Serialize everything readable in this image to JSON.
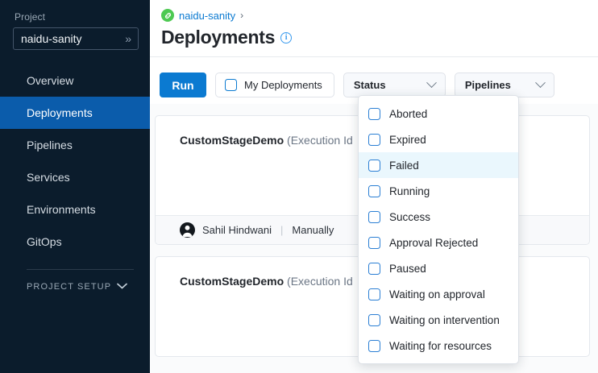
{
  "sidebar": {
    "project_label": "Project",
    "project_value": "naidu-sanity",
    "expand_glyph": "»",
    "items": [
      {
        "label": "Overview",
        "active": false
      },
      {
        "label": "Deployments",
        "active": true
      },
      {
        "label": "Pipelines",
        "active": false
      },
      {
        "label": "Services",
        "active": false
      },
      {
        "label": "Environments",
        "active": false
      },
      {
        "label": "GitOps",
        "active": false
      }
    ],
    "section_label": "PROJECT SETUP"
  },
  "header": {
    "breadcrumb_item": "naidu-sanity",
    "breadcrumb_separator": "›",
    "title": "Deployments",
    "info_glyph": "i"
  },
  "toolbar": {
    "run_label": "Run",
    "my_deployments_label": "My Deployments",
    "my_deployments_checked": false,
    "status_label": "Status",
    "pipelines_label": "Pipelines"
  },
  "status_dropdown": {
    "open": true,
    "highlighted": "Failed",
    "options": [
      {
        "label": "Aborted",
        "checked": false
      },
      {
        "label": "Expired",
        "checked": false
      },
      {
        "label": "Failed",
        "checked": false
      },
      {
        "label": "Running",
        "checked": false
      },
      {
        "label": "Success",
        "checked": false
      },
      {
        "label": "Approval Rejected",
        "checked": false
      },
      {
        "label": "Paused",
        "checked": false
      },
      {
        "label": "Waiting on approval",
        "checked": false
      },
      {
        "label": "Waiting on intervention",
        "checked": false
      },
      {
        "label": "Waiting for resources",
        "checked": false
      }
    ]
  },
  "executions": [
    {
      "name": "CustomStageDemo",
      "meta": "(Execution Id",
      "user": "Sahil Hindwani",
      "trigger": "Manually",
      "divider": "|"
    },
    {
      "name": "CustomStageDemo",
      "meta": "(Execution Id",
      "user": "",
      "trigger": "",
      "divider": "|"
    }
  ],
  "colors": {
    "sidebar_bg": "#0b1c2c",
    "active_nav": "#0b5cab",
    "accent_blue": "#0b7ad1",
    "breadcrumb_green": "#4dc952",
    "highlight_row": "#eaf7fd"
  }
}
